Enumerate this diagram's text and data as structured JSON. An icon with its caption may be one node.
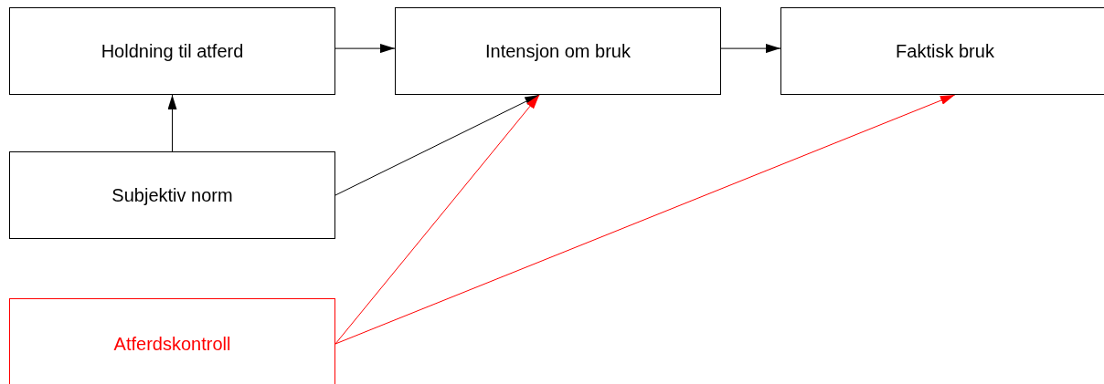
{
  "diagram": {
    "nodes": [
      {
        "text": [
          "Holdning til atferd"
        ]
      },
      {
        "text": [
          "Intensjon om bruk"
        ]
      },
      {
        "text": [
          "Faktisk bruk"
        ]
      },
      {
        "text": [
          "Subjektiv norm"
        ]
      },
      {
        "text": [
          "Atferdskontroll"
        ]
      }
    ],
    "edges": [
      {
        "from": 0,
        "to": 1,
        "arrow": "to"
      },
      {
        "from": 1,
        "to": 2,
        "arrow": "to"
      },
      {
        "from": 3,
        "to": 0,
        "arrow": "to"
      },
      {
        "from": 3,
        "to": 1,
        "arrow": "to"
      },
      {
        "from": 4,
        "to": 1,
        "arrow": "to",
        "color": "#ff0000"
      },
      {
        "from": 4,
        "to": 2,
        "arrow": "to",
        "color": "#ff0000"
      }
    ]
  }
}
